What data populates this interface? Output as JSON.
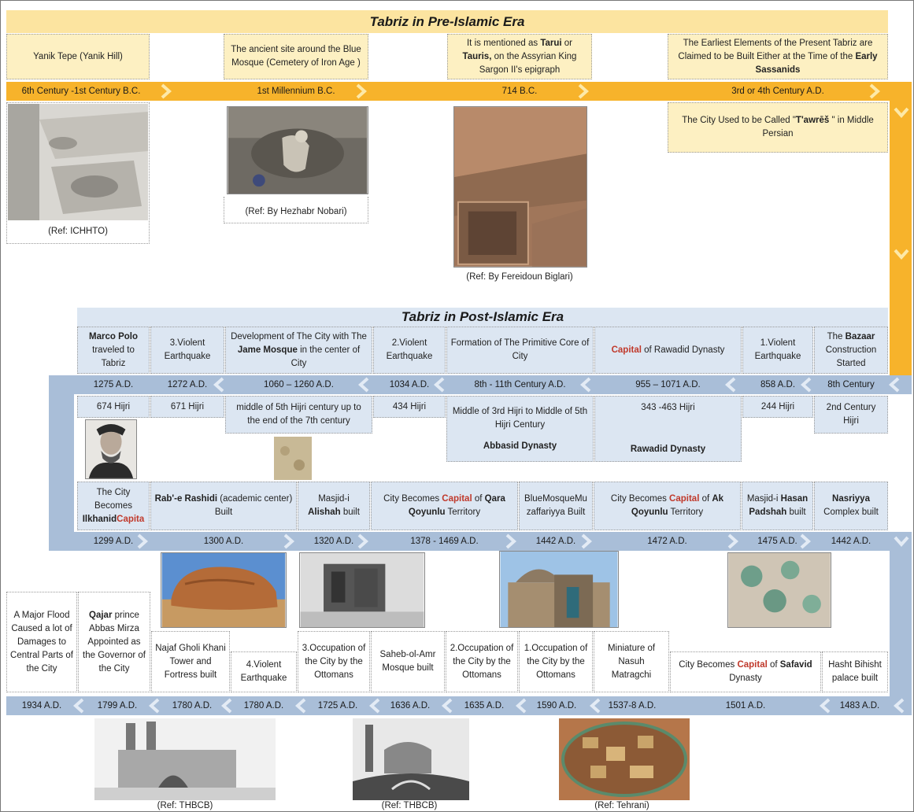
{
  "pre_era": {
    "title": "Tabriz in Pre-Islamic Era",
    "events": [
      {
        "desc": "Yanik Tepe (Yanik Hill)",
        "date": "6th Century -1st Century B.C.",
        "ref": "(Ref: ICHHTO)"
      },
      {
        "desc_parts": [
          "The ancient site around the Blue Mosque (Cemetery of Iron Age )"
        ],
        "date": "1st Millennium B.C.",
        "ref": "(Ref: By Hezhabr Nobari)"
      },
      {
        "desc_parts": [
          "It is mentioned as ",
          "Tarui",
          " or ",
          "Tauris,",
          " on the Assyrian King Sargon II's epigraph"
        ],
        "date": "714 B.C.",
        "ref": "(Ref: By Fereidoun Biglari)"
      },
      {
        "desc_parts": [
          "The Earliest Elements of the Present Tabriz are Claimed to be Built Either at the Time of the ",
          "Early Sassanids"
        ],
        "date": "3rd or 4th Century A.D.",
        "note_parts": [
          "The City Used to be Called \"",
          "T'awrēš ",
          "\" in Middle Persian"
        ]
      }
    ]
  },
  "post_era": {
    "title": "Tabriz in Post-Islamic Era",
    "row1": [
      {
        "top_parts": [
          "Marco Polo",
          " traveled to Tabriz"
        ],
        "date": "1275 A.D.",
        "hijri": "674 Hijri"
      },
      {
        "top_parts": [
          "3.Violent Earthquake"
        ],
        "date": "1272 A.D.",
        "hijri": "671 Hijri"
      },
      {
        "top_parts": [
          "Development of The City with The ",
          "Jame Mosque",
          " in the center of City"
        ],
        "date": "1060 – 1260 A.D.",
        "hijri": "middle of 5th Hijri century up to the end of the 7th century"
      },
      {
        "top_parts": [
          "2.Violent Earthquake"
        ],
        "date": "1034 A.D.",
        "hijri": "434 Hijri"
      },
      {
        "top_parts": [
          "Formation of The Primitive Core of City"
        ],
        "date": "8th - 11th Century A.D.",
        "hijri": "Middle of  3rd Hijri to Middle of 5th Hijri Century",
        "dynasty": "Abbasid Dynasty"
      },
      {
        "top_parts": [
          "Capital",
          " of Rawadid Dynasty"
        ],
        "date": "955 – 1071 A.D.",
        "hijri": "343 -463 Hijri",
        "dynasty": "Rawadid Dynasty"
      },
      {
        "top_parts": [
          "1.Violent Earthquake"
        ],
        "date": "858 A.D.",
        "hijri": "244 Hijri"
      },
      {
        "top_parts": [
          "The ",
          "Bazaar",
          " Construction Started"
        ],
        "date": "8th Century",
        "hijri": "2nd Century Hijri"
      }
    ],
    "row2": [
      {
        "top_parts": [
          "The City Becomes ",
          "Ilkhanid",
          "Capita"
        ],
        "date": "1299 A.D."
      },
      {
        "top_parts": [
          "Rab'-e Rashidi",
          " (academic center) Built"
        ],
        "date": "1300 A.D."
      },
      {
        "top_parts": [
          "Masjid-i ",
          "Alishah",
          " built"
        ],
        "date": "1320 A.D."
      },
      {
        "top_parts": [
          "City Becomes ",
          "Capital",
          " of ",
          "Qara Qoyunlu",
          " Territory"
        ],
        "date": "1378 - 1469 A.D."
      },
      {
        "top_parts": [
          "BlueMosqueMuzaffariyya Built"
        ],
        "date": "1442 A.D."
      },
      {
        "top_parts": [
          "City Becomes ",
          "Capital",
          " of ",
          "Ak Qoyunlu",
          " Territory"
        ],
        "date": "1472 A.D."
      },
      {
        "top_parts": [
          "Masjid-i ",
          "Hasan Padshah",
          " built"
        ],
        "date": "1475 A.D."
      },
      {
        "top_parts": [
          "Nasriyya",
          " Complex built"
        ],
        "date": "1442 A.D."
      }
    ],
    "row3": [
      {
        "top_parts": [
          "A Major Flood Caused a lot of Damages to Central Parts of the City"
        ],
        "date": "1934 A.D."
      },
      {
        "top_parts": [
          "Qajar",
          " prince Abbas Mirza Appointed as the Governor of the City"
        ],
        "date": "1799 A.D."
      },
      {
        "top_parts": [
          "Najaf Gholi Khani Tower and Fortress built"
        ],
        "date": "1780 A.D."
      },
      {
        "top_parts": [
          "4.Violent Earthquake"
        ],
        "date": "1780 A.D."
      },
      {
        "top_parts": [
          "3.Occupation of the City by the Ottomans"
        ],
        "date": "1725 A.D."
      },
      {
        "top_parts": [
          "Saheb-ol-Amr Mosque built"
        ],
        "date": "1636 A.D."
      },
      {
        "top_parts": [
          "2.Occupation of the City by the Ottomans"
        ],
        "date": "1635 A.D."
      },
      {
        "top_parts": [
          "1.Occupation of the City by the Ottomans"
        ],
        "date": "1590 A.D."
      },
      {
        "top_parts": [
          "Miniature of Nasuh Matragchi"
        ],
        "date": "1537-8 A.D."
      },
      {
        "top_parts": [
          "City Becomes ",
          "Capital",
          " of ",
          "Safavid",
          " Dynasty"
        ],
        "date": "1501 A.D."
      },
      {
        "top_parts": [
          "Hasht Bihisht palace built"
        ],
        "date": "1483 A.D."
      }
    ],
    "refs": [
      "(Ref: THBCB)",
      "(Ref: THBCB)",
      "(Ref: Tehrani)"
    ]
  }
}
